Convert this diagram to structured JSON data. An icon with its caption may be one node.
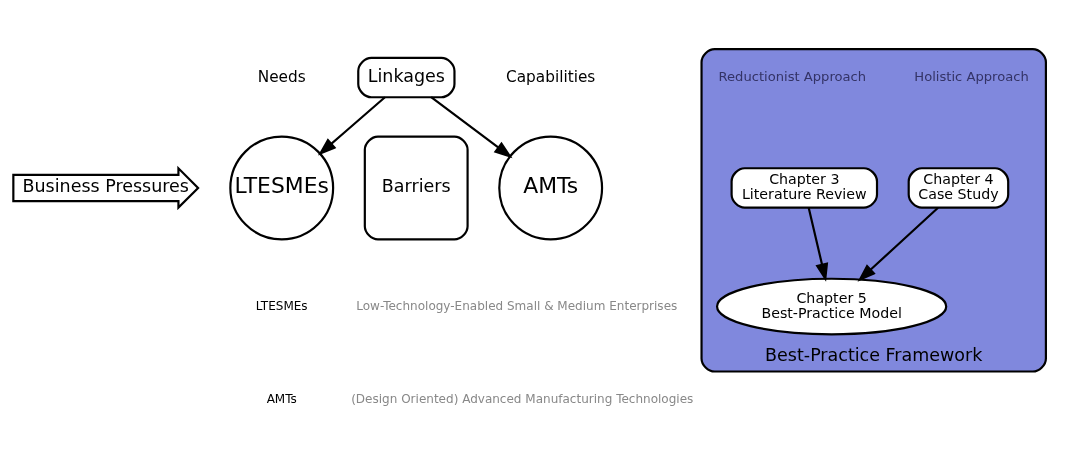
{
  "diagram": {
    "nodes": [
      {
        "text": [
          "Business Pressures"
        ]
      },
      {
        "text": [
          "LTESMEs"
        ],
        "beside": [
          "Needs"
        ]
      },
      {
        "text": [
          "Barriers"
        ]
      },
      {
        "text": [
          "AMTs"
        ],
        "beside": [
          "Capabilities"
        ]
      },
      {
        "text": [
          "Linkages"
        ]
      },
      {
        "text": [
          "Best-Practice Framework"
        ]
      },
      {
        "text": [
          "Chapter 3",
          "Literature Review"
        ],
        "in": 5
      },
      {
        "text": [
          "Chapter 4",
          "Case Study"
        ],
        "in": 5
      },
      {
        "text": [
          "Chapter 5",
          "Best-Practice Model"
        ],
        "in": 5
      }
    ],
    "edges": [
      {
        "from": 4,
        "to": 1,
        "arrow": "to"
      },
      {
        "from": 4,
        "to": 3,
        "arrow": "to"
      },
      {
        "from": 6,
        "to": 8,
        "arrow": "to"
      },
      {
        "from": 7,
        "to": 8,
        "arrow": "to"
      }
    ],
    "labels": [
      "Reductionist Approach",
      "Holistic Approach",
      "LTESMEs",
      "Low-Technology-Enabled Small & Medium Enterprises",
      "AMTs",
      "(Design Oriented) Advanced Manufacturing Technologies"
    ]
  }
}
